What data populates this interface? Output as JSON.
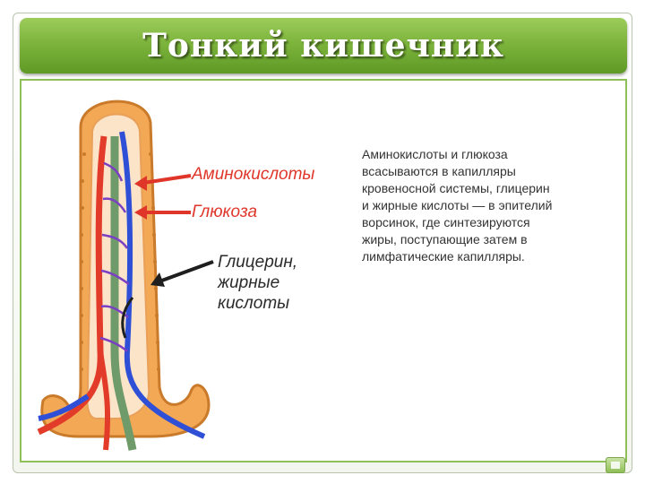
{
  "slide": {
    "title": "Тонкий кишечник"
  },
  "diagram": {
    "labels": {
      "amino_acids": "Аминокислоты",
      "glucose": "Глюкоза",
      "glycerol_line1": "Глицерин,",
      "glycerol_line2": "жирные",
      "glycerol_line3": "кислоты"
    },
    "colors": {
      "villus": "#f0a64e",
      "artery": "#e23b2a",
      "vein": "#2f4fd6",
      "lymph": "#6f9a6a"
    }
  },
  "caption": {
    "lines": [
      "Аминокислоты и глюкоза",
      "всасываются в капилляры",
      "кровеносной системы, глицерин",
      "и жирные кислоты — в эпителий",
      "ворсинок, где синтезируются",
      "жиры, поступающие затем в",
      "лимфатические капилляры."
    ]
  }
}
